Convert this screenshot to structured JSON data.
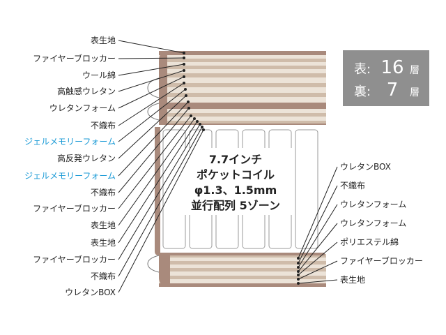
{
  "left_labels": [
    {
      "text": "表生地",
      "highlight": false
    },
    {
      "text": "ファイヤーブロッカー",
      "highlight": false
    },
    {
      "text": "ウール綿",
      "highlight": false
    },
    {
      "text": "高触感ウレタン",
      "highlight": false
    },
    {
      "text": "ウレタンフォーム",
      "highlight": false
    },
    {
      "text": "不織布",
      "highlight": false
    },
    {
      "text": "ジェルメモリーフォーム",
      "highlight": true
    },
    {
      "text": "高反発ウレタン",
      "highlight": false
    },
    {
      "text": "ジェルメモリーフォーム",
      "highlight": true
    },
    {
      "text": "不織布",
      "highlight": false
    },
    {
      "text": "ファイヤーブロッカー",
      "highlight": false
    },
    {
      "text": "表生地",
      "highlight": false
    },
    {
      "text": "表生地",
      "highlight": false
    },
    {
      "text": "ファイヤーブロッカー",
      "highlight": false
    },
    {
      "text": "不織布",
      "highlight": false
    },
    {
      "text": "ウレタンBOX",
      "highlight": false
    }
  ],
  "right_labels": [
    {
      "text": "ウレタンBOX"
    },
    {
      "text": "不織布"
    },
    {
      "text": "ウレタンフォーム"
    },
    {
      "text": "ウレタンフォーム"
    },
    {
      "text": "ポリエステル綿"
    },
    {
      "text": "ファイヤーブロッカー"
    },
    {
      "text": "表生地"
    }
  ],
  "badge": {
    "front_label": "表:",
    "front_value": "16",
    "back_label": "裏:",
    "back_value": "7",
    "unit": "層"
  },
  "center_text": {
    "line1": "7.7インチ",
    "line2": "ポケットコイル",
    "line3": "φ1.3、1.5mm",
    "line4": "並行配列 5ゾーン"
  },
  "colors": {
    "highlight_text": "#1a9ad6",
    "badge_bg": "#8f8f8f",
    "layer_dark": "#a98a7c",
    "layer_light": "#ece3d8",
    "layer_mid": "#cfbcaa"
  }
}
